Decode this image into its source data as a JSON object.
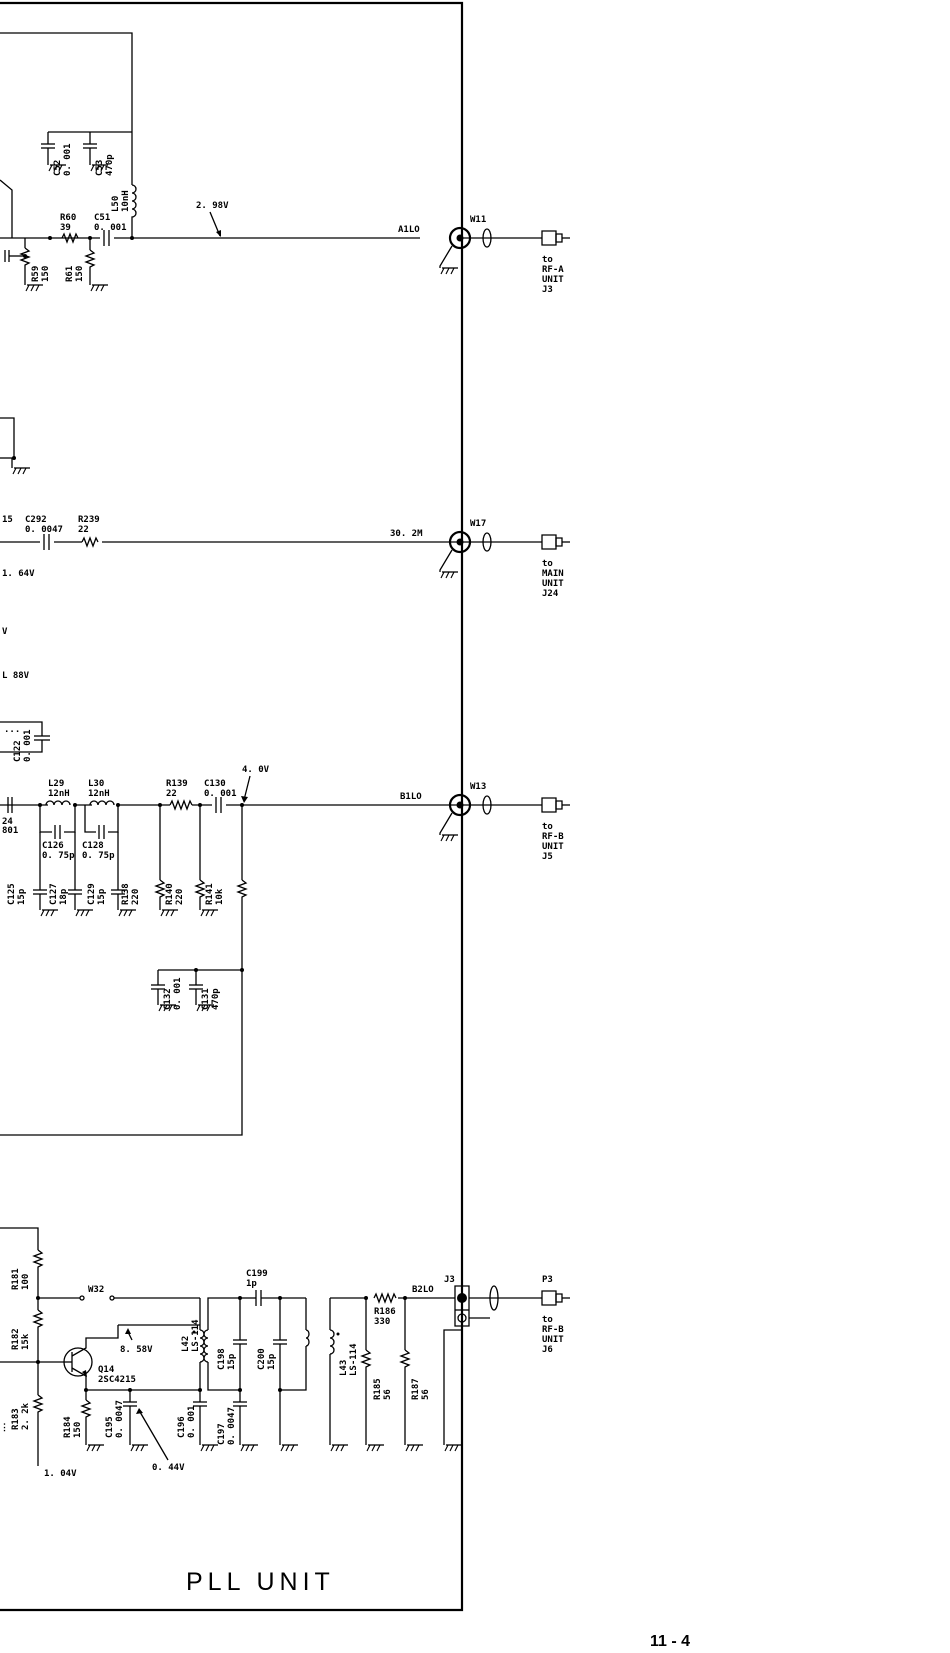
{
  "diagram": {
    "unit_title": "PLL UNIT",
    "page_number": "11 - 4",
    "sections": {
      "a1lo": {
        "net_label": "A1LO",
        "voltage": "2. 98V",
        "connector": "W11",
        "dest": [
          "to",
          "RF-A",
          "UNIT",
          "J3"
        ],
        "parts": {
          "c52": [
            "C52",
            "0. 001"
          ],
          "c53": [
            "C53",
            "470p"
          ],
          "l50": [
            "L50",
            "10nH"
          ],
          "r60": [
            "R60",
            "39"
          ],
          "c51": [
            "C51",
            "0. 001"
          ],
          "r59": [
            "R59",
            "150"
          ],
          "r61": [
            "R61",
            "150"
          ]
        }
      },
      "main": {
        "net_label": "30. 2M",
        "connector": "W17",
        "dest": [
          "to",
          "MAIN",
          "UNIT",
          "J24"
        ],
        "edge_label": "15",
        "voltages": [
          "1. 64V",
          "V",
          "L 88V"
        ],
        "parts": {
          "c292": [
            "C292",
            "0. 0047"
          ],
          "r239": [
            "R239",
            "22"
          ]
        }
      },
      "b1lo": {
        "net_label": "B1LO",
        "voltage": "4. 0V",
        "connector": "W13",
        "dest": [
          "to",
          "RF-B",
          "UNIT",
          "J5"
        ],
        "edge_labels": [
          "24",
          "801"
        ],
        "parts": {
          "c122": [
            "C122",
            "0. 001"
          ],
          "l29": [
            "L29",
            "12nH"
          ],
          "l30": [
            "L30",
            "12nH"
          ],
          "r139": [
            "R139",
            "22"
          ],
          "c130": [
            "C130",
            "0. 001"
          ],
          "c126": [
            "C126",
            "0. 75p"
          ],
          "c128": [
            "C128",
            "0. 75p"
          ],
          "c125": [
            "C125",
            "15p"
          ],
          "c127": [
            "C127",
            "18p"
          ],
          "c129": [
            "C129",
            "15p"
          ],
          "r138": [
            "R138",
            "220"
          ],
          "r140": [
            "R140",
            "220"
          ],
          "r141": [
            "R141",
            "10k"
          ],
          "c132": [
            "C132",
            "0. 001"
          ],
          "c131": [
            "C131",
            "470p"
          ]
        }
      },
      "b2lo": {
        "net_label": "B2LO",
        "connector": "J3",
        "plug": "P3",
        "dest": [
          "to",
          "RF-B",
          "UNIT",
          "J6"
        ],
        "jumper": "W32",
        "voltages": [
          "8. 58V",
          "1. 04V",
          "0. 44V"
        ],
        "transistor": [
          "Q14",
          "2SC4215"
        ],
        "parts": {
          "r181": [
            "R181",
            "100"
          ],
          "r182": [
            "R182",
            "15k"
          ],
          "r183": [
            "R183",
            "2. 2k"
          ],
          "r184": [
            "R184",
            "150"
          ],
          "c195": [
            "C195",
            "0. 0047"
          ],
          "l42": [
            "L42",
            "LS-114"
          ],
          "c196": [
            "C196",
            "0. 001"
          ],
          "c197": [
            "C197",
            "0. 0047"
          ],
          "c198": [
            "C198",
            "15p"
          ],
          "c199": [
            "C199",
            "1p"
          ],
          "c200": [
            "C200",
            "15p"
          ],
          "l43": [
            "L43",
            "LS-114"
          ],
          "r185": [
            "R185",
            "56"
          ],
          "r186": [
            "R186",
            "330"
          ],
          "r187": [
            "R187",
            "56"
          ]
        }
      }
    }
  }
}
